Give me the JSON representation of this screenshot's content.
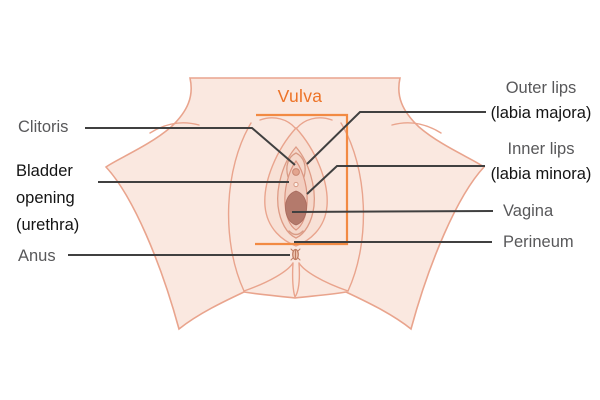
{
  "figure": {
    "title": "Vulva",
    "labels": {
      "clitoris": "Clitoris",
      "bladder_opening": "Bladder\nopening\n(urethra)",
      "anus": "Anus",
      "outer_lips": "Outer lips",
      "outer_lips_sub": "(labia majora)",
      "inner_lips": "Inner lips",
      "inner_lips_sub": "(labia minora)",
      "vagina": "Vagina",
      "perineum": "Perineum"
    }
  },
  "colors": {
    "accent_orange": "#ED7327",
    "bracket_orange": "#F28A43",
    "leader_line": "#404040",
    "label_gray": "#58585A",
    "label_black": "#141414",
    "body_fill": "#FAE8E0",
    "body_outline": "#E9A48D",
    "labia_shade_1": "#F8E1D6",
    "labia_shade_2": "#F5D8CB",
    "labia_shade_3": "#F2CEC0",
    "vaginal_opening": "#B47A6C"
  }
}
